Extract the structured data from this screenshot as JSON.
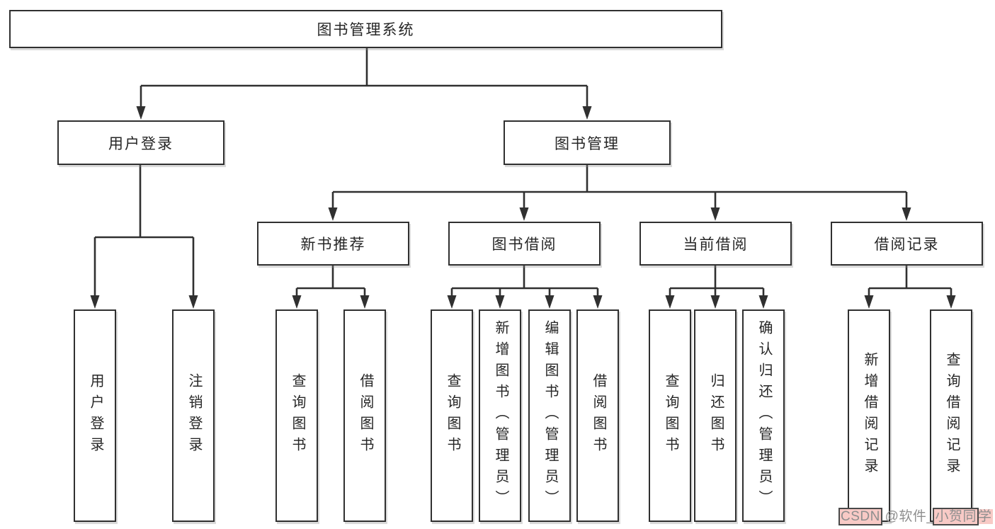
{
  "root": {
    "label": "图书管理系统"
  },
  "branches": [
    {
      "label": "用户登录",
      "children": [
        {
          "label": "用户登录"
        },
        {
          "label": "注销登录"
        }
      ]
    },
    {
      "label": "图书管理",
      "children": [
        {
          "label": "新书推荐",
          "children": [
            {
              "label": "查询图书"
            },
            {
              "label": "借阅图书"
            }
          ]
        },
        {
          "label": "图书借阅",
          "children": [
            {
              "label": "查询图书"
            },
            {
              "label": "新增图书（管理员）"
            },
            {
              "label": "编辑图书（管理员）"
            },
            {
              "label": "借阅图书"
            }
          ]
        },
        {
          "label": "当前借阅",
          "children": [
            {
              "label": "查询图书"
            },
            {
              "label": "归还图书"
            },
            {
              "label": "确认归还（管理员）"
            }
          ]
        },
        {
          "label": "借阅记录",
          "children": [
            {
              "label": "新增借阅记录"
            },
            {
              "label": "查询借阅记录"
            }
          ]
        }
      ]
    }
  ],
  "watermark": {
    "segment_csdn": "CSDN",
    "segment_middle": " @软件_",
    "segment_user_boxed": "小贺同",
    "segment_user_tail": "学"
  },
  "colors": {
    "line": "#303030",
    "text": "#262626",
    "background": "#ffffff",
    "watermark_text": "#8e8e8e",
    "watermark_highlight": "#f8cac6",
    "watermark_border": "#4a4a4a"
  }
}
